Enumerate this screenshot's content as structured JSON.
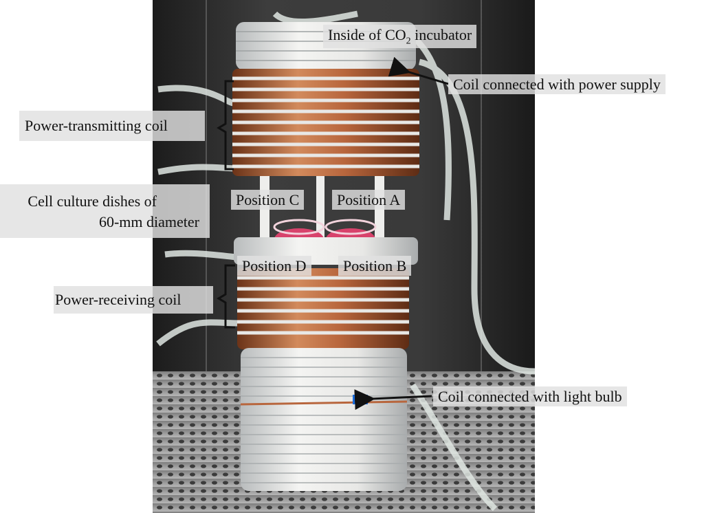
{
  "labels": {
    "incubator_pre": "Inside of CO",
    "incubator_sub": "2",
    "incubator_post": " incubator",
    "power_supply_coil": "Coil connected with power supply",
    "transmitting_coil": "Power-transmitting coil",
    "dishes_line1": "Cell culture dishes of",
    "dishes_line2": "60-mm diameter",
    "position_c": "Position C",
    "position_a": "Position A",
    "position_d": "Position D",
    "position_b": "Position B",
    "receiving_coil": "Power-receiving coil",
    "light_bulb_coil": "Coil connected with light bulb"
  },
  "colors": {
    "copper": "#b8663d",
    "tubing": "#e6ece8",
    "dish_medium": "#d8436c",
    "arrow": "#111111",
    "bulb_connector": "#1b6bd8",
    "chamber": "#2b2b2b"
  }
}
